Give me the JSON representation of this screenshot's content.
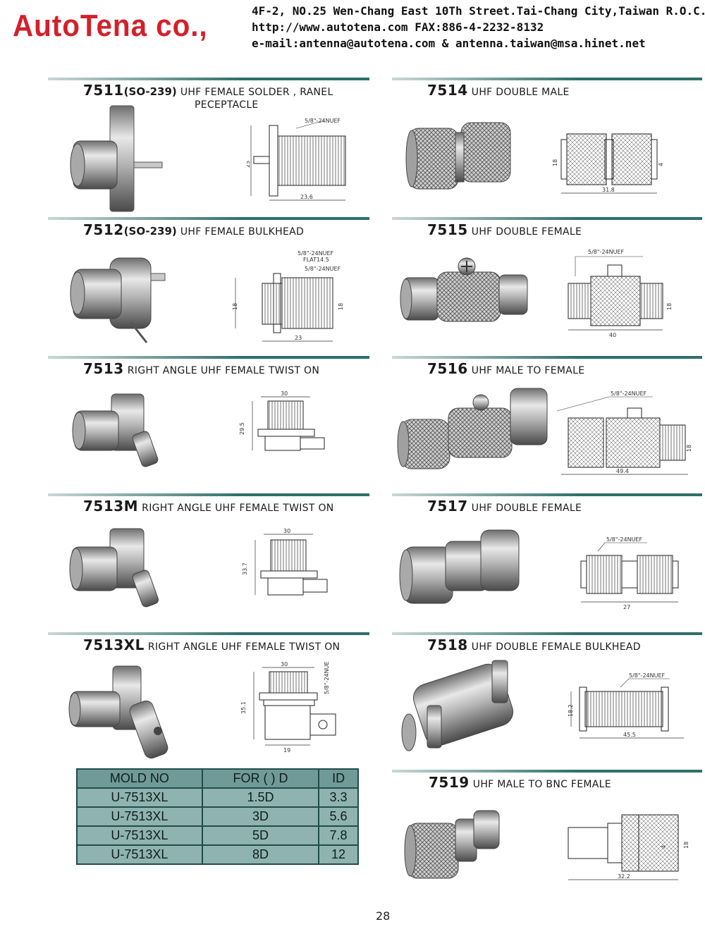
{
  "header": {
    "brand": "AutoTena co.,",
    "address": "4F-2, NO.25 Wen-Chang East 10Th Street.Tai-Chang City,Taiwan R.O.C.",
    "web_fax": "http://www.autotena.com    FAX:886-4-2232-8132",
    "email": "e-mail:antenna@autotena.com  &  antenna.taiwan@msa.hinet.net"
  },
  "products": [
    {
      "num": "7511",
      "sub": "(SO-239)",
      "desc": "UHF FEMALE SOLDER , RANEL",
      "desc2": "PECEPTACLE",
      "dims": [
        "5/8\"-24NUEF",
        "25",
        "23.6"
      ]
    },
    {
      "num": "7512",
      "sub": "(SO-239)",
      "desc": "UHF FEMALE BULKHEAD",
      "dims": [
        "5/8\"-24NUEF",
        "FLAT14.5",
        "5/8\"-24NUEF",
        "18",
        "18",
        "23"
      ]
    },
    {
      "num": "7513",
      "desc": "RIGHT ANGLE UHF FEMALE TWIST ON",
      "dims": [
        "30",
        "29.5"
      ]
    },
    {
      "num": "7513M",
      "desc": "RIGHT ANGLE UHF FEMALE TWIST ON",
      "dims": [
        "30",
        "33.7"
      ]
    },
    {
      "num": "7513XL",
      "desc": "RIGHT ANGLE UHF FEMALE TWIST ON",
      "dims": [
        "30",
        "5/8\"-24NUEF",
        "35.1",
        "19"
      ]
    },
    {
      "num": "7514",
      "desc": "UHF DOUBLE MALE",
      "dims": [
        "18",
        "4",
        "31.8"
      ]
    },
    {
      "num": "7515",
      "desc": "UHF DOUBLE FEMALE",
      "dims": [
        "5/8\"-24NUEF",
        "18",
        "40"
      ]
    },
    {
      "num": "7516",
      "desc": "UHF MALE TO FEMALE",
      "dims": [
        "5/8\"-24NUEF",
        "18",
        "49.4"
      ]
    },
    {
      "num": "7517",
      "desc": "UHF DOUBLE FEMALE",
      "dims": [
        "5/8\"-24NUEF",
        "27"
      ]
    },
    {
      "num": "7518",
      "desc": "UHF DOUBLE FEMALE BULKHEAD",
      "dims": [
        "5/8\"-24NUEF",
        "18.2",
        "45.5"
      ]
    },
    {
      "num": "7519",
      "desc": "UHF MALE TO BNC FEMALE",
      "dims": [
        "4",
        "18",
        "32.2"
      ]
    }
  ],
  "mold_table": {
    "headers": [
      "MOLD  NO",
      "FOR ( )  D",
      "ID"
    ],
    "rows": [
      [
        "U-7513XL",
        "1.5D",
        "3.3"
      ],
      [
        "U-7513XL",
        "3D",
        "5.6"
      ],
      [
        "U-7513XL",
        "5D",
        "7.8"
      ],
      [
        "U-7513XL",
        "8D",
        "12"
      ]
    ]
  },
  "page_number": "28",
  "colors": {
    "brand_red": "#d4202a",
    "section_bar": "#2f6f6a",
    "table_fill": "#8fb3b0",
    "table_border": "#1f4d4a"
  }
}
